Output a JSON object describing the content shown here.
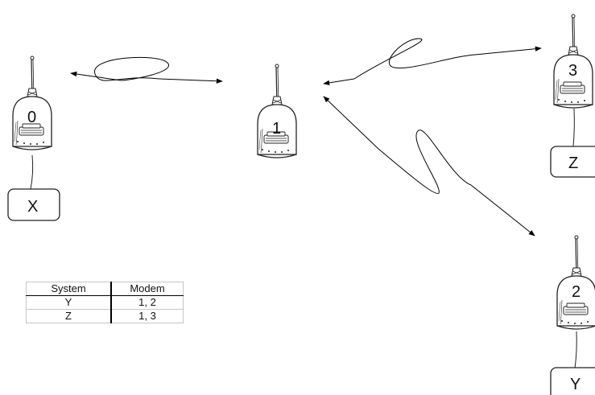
{
  "diagram": {
    "modems": [
      {
        "id": "0",
        "label": "0"
      },
      {
        "id": "1",
        "label": "1"
      },
      {
        "id": "2",
        "label": "2"
      },
      {
        "id": "3",
        "label": "3"
      }
    ],
    "systems": [
      {
        "id": "X",
        "label": "X"
      },
      {
        "id": "Y",
        "label": "Y"
      },
      {
        "id": "Z",
        "label": "Z"
      }
    ]
  },
  "table": {
    "headers": [
      "System",
      "Modem"
    ],
    "rows": [
      [
        "Y",
        "1, 2"
      ],
      [
        "Z",
        "1, 3"
      ]
    ]
  }
}
